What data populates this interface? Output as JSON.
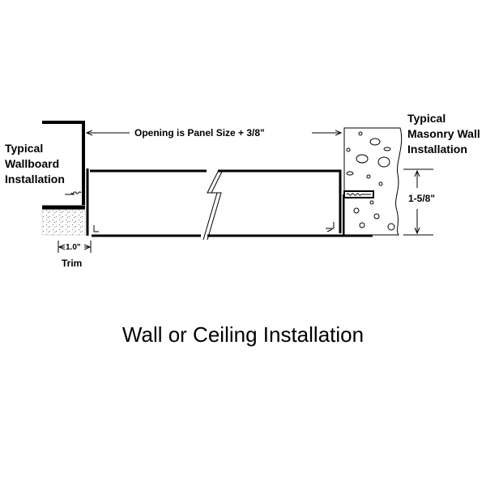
{
  "wallboard_label": [
    "Typical",
    "Wallboard",
    "Installation"
  ],
  "masonry_label": [
    "Typical",
    "Masonry Wall",
    "Installation"
  ],
  "opening_label": "Opening is Panel Size + 3/8\"",
  "depth_dimension": "1-5/8\"",
  "trim_dimension": "1.0\"",
  "trim_label": "Trim",
  "title": "Wall or Ceiling Installation"
}
